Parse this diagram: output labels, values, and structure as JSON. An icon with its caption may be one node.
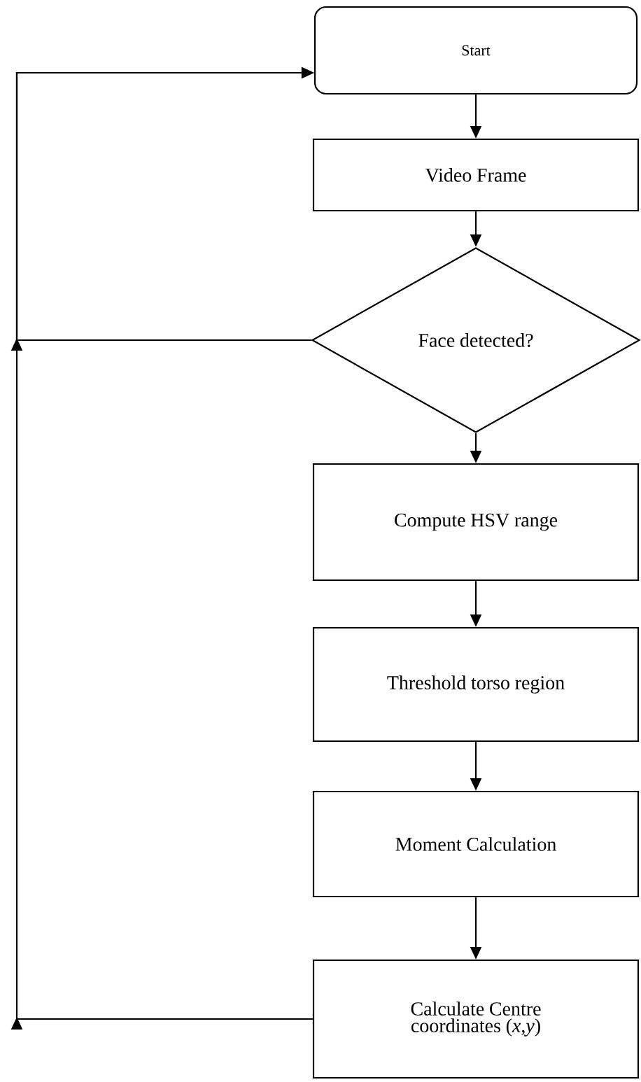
{
  "diagram": {
    "nodes": [
      {
        "text": [
          "Start"
        ]
      },
      {
        "text": [
          "Video Frame"
        ]
      },
      {
        "text": [
          "Face detected?"
        ]
      },
      {
        "text": [
          "Compute HSV range"
        ]
      },
      {
        "text": [
          "Threshold torso region"
        ]
      },
      {
        "text": [
          "Moment Calculation"
        ]
      },
      {
        "text": [
          "Calculate Centre coordinates (*x*,*y*)"
        ]
      }
    ],
    "edges": [
      {
        "from": 0,
        "to": 1,
        "arrow": "to"
      },
      {
        "from": 1,
        "to": 2,
        "arrow": "to"
      },
      {
        "from": 2,
        "to": 3,
        "arrow": "to"
      },
      {
        "from": 3,
        "to": 4,
        "arrow": "to"
      },
      {
        "from": 4,
        "to": 5,
        "arrow": "to"
      },
      {
        "from": 5,
        "to": 6,
        "arrow": "to"
      },
      {
        "from": 2,
        "to": 0,
        "arrow": "to"
      },
      {
        "from": 6,
        "to": 0,
        "arrow": "to"
      }
    ]
  }
}
